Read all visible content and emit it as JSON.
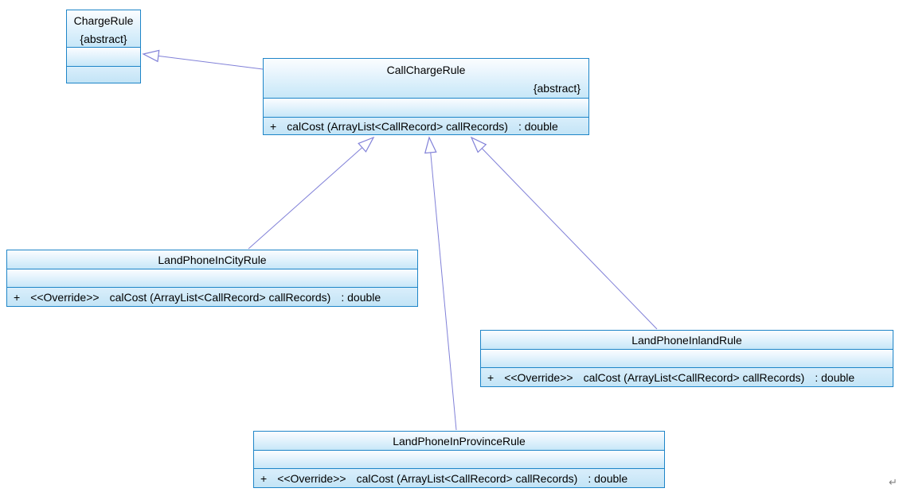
{
  "diagram": {
    "kind": "uml-class-diagram",
    "background_color": "#ffffff",
    "box_border_color": "#1e85c8",
    "box_fill_top": "#fbfdff",
    "box_fill_bottom": "#c3e4f6",
    "relationship_line_color": "#8181d8",
    "return_mark": "↵"
  },
  "classes": [
    {
      "name": "ChargeRule",
      "stereotype": "{abstract}",
      "attributes": [],
      "methods": []
    },
    {
      "name": "CallChargeRule",
      "stereotype": "{abstract}",
      "attributes": [],
      "methods": [
        {
          "visibility": "+",
          "signature": "calCost (ArrayList<CallRecord> callRecords)",
          "return_type": ": double"
        }
      ]
    },
    {
      "name": "LandPhoneInCityRule",
      "stereotype": "",
      "attributes": [],
      "methods": [
        {
          "visibility": "+",
          "stereotype": "<<Override>>",
          "signature": "calCost (ArrayList<CallRecord> callRecords)",
          "return_type": ": double"
        }
      ]
    },
    {
      "name": "LandPhoneInlandRule",
      "stereotype": "",
      "attributes": [],
      "methods": [
        {
          "visibility": "+",
          "stereotype": "<<Override>>",
          "signature": "calCost (ArrayList<CallRecord> callRecords)",
          "return_type": ": double"
        }
      ]
    },
    {
      "name": "LandPhoneInProvinceRule",
      "stereotype": "",
      "attributes": [],
      "methods": [
        {
          "visibility": "+",
          "stereotype": "<<Override>>",
          "signature": "calCost (ArrayList<CallRecord> callRecords)",
          "return_type": ": double"
        }
      ]
    }
  ],
  "relationships": [
    {
      "type": "generalization",
      "from": "CallChargeRule",
      "to": "ChargeRule"
    },
    {
      "type": "generalization",
      "from": "LandPhoneInCityRule",
      "to": "CallChargeRule"
    },
    {
      "type": "generalization",
      "from": "LandPhoneInProvinceRule",
      "to": "CallChargeRule"
    },
    {
      "type": "generalization",
      "from": "LandPhoneInlandRule",
      "to": "CallChargeRule"
    }
  ]
}
